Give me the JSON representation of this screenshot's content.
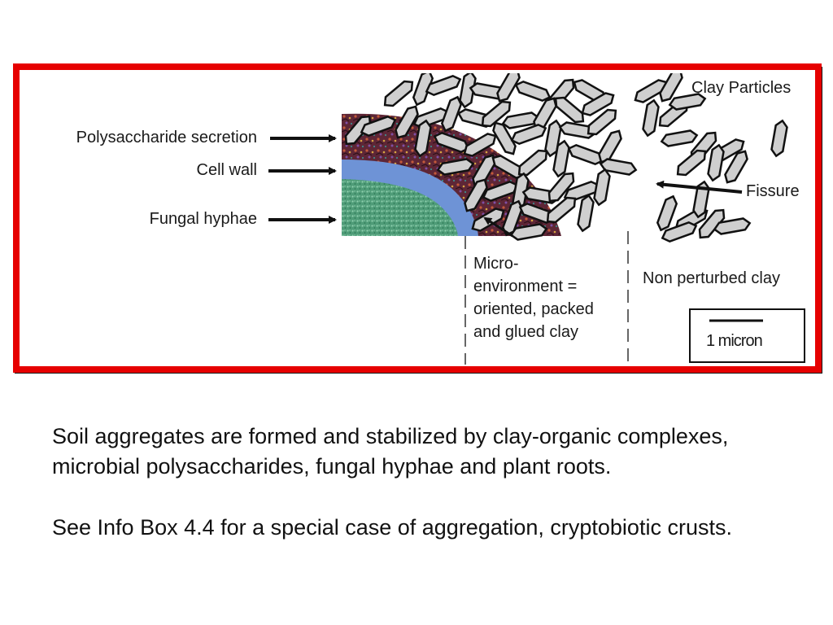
{
  "figure": {
    "labels": {
      "polysaccharide": "Polysaccharide secretion",
      "cell_wall": "Cell wall",
      "fungal_hyphae": "Fungal hyphae",
      "clay_particles": "Clay Particles",
      "fissure": "Fissure",
      "non_perturbed": "Non perturbed clay",
      "microenvironment_lines": [
        "Micro-",
        "environment =",
        "oriented, packed",
        "and glued clay"
      ]
    },
    "scale_bar": {
      "label": "1 micron"
    },
    "colors": {
      "frame": "#e60000",
      "cell_wall": "#6e93d6",
      "hyphae": "#4fa07a",
      "secretion": "#6b2f3f",
      "clay_fill": "#cfcfcf",
      "clay_stroke": "#111111"
    }
  },
  "caption": {
    "paragraph1": "Soil aggregates are formed and stabilized by clay-organic complexes, microbial polysaccharides, fungal hyphae and plant roots.",
    "paragraph2": "See Info Box 4.4 for a special case of aggregation, cryptobiotic crusts."
  }
}
